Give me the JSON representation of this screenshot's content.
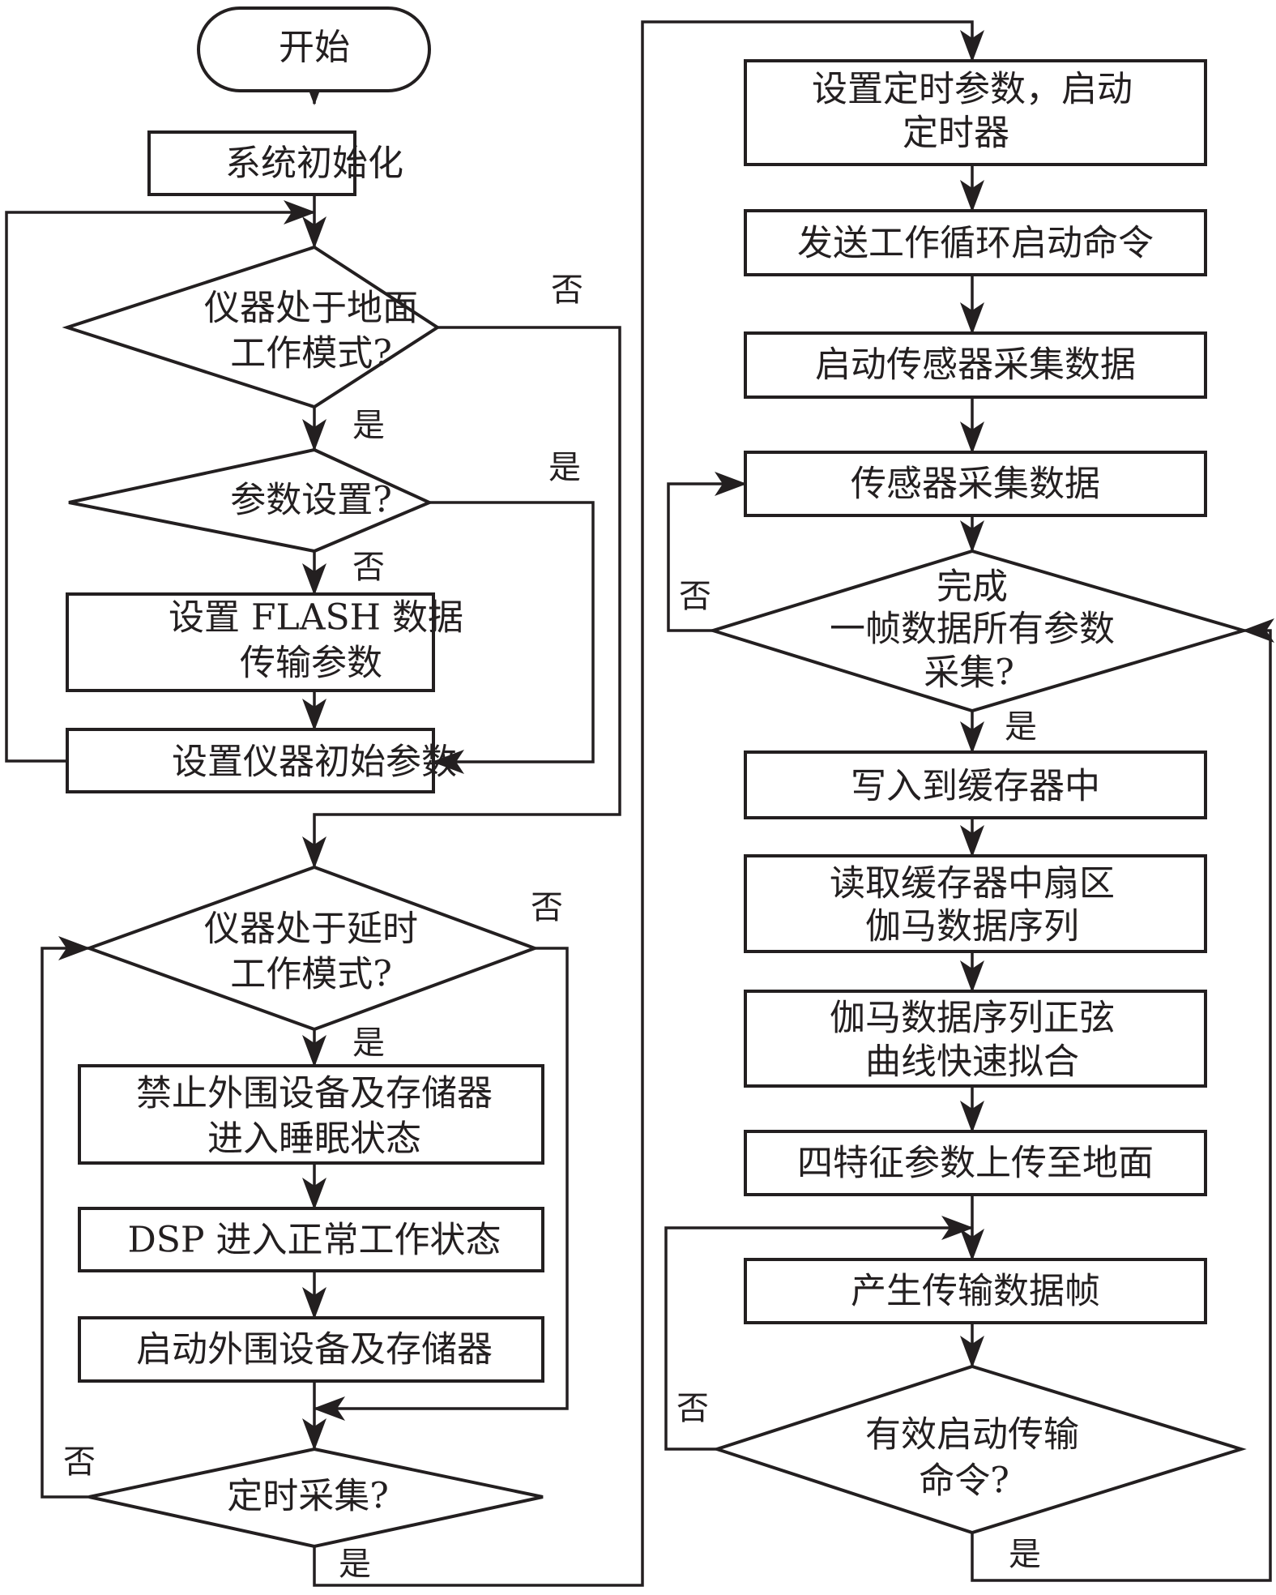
{
  "diagram": {
    "type": "flowchart",
    "colors": {
      "stroke": "#231f20",
      "background": "#ffffff"
    },
    "nodes": {
      "start": {
        "kind": "terminator",
        "lines": [
          "开始"
        ]
      },
      "sys_init": {
        "kind": "process",
        "lines": [
          "系统初始化"
        ]
      },
      "ground_mode": {
        "kind": "decision",
        "lines": [
          "仪器处于地面",
          "工作模式?"
        ]
      },
      "param_set": {
        "kind": "decision",
        "lines": [
          "参数设置?"
        ]
      },
      "flash_param": {
        "kind": "process",
        "lines": [
          "设置 FLASH 数据",
          "传输参数"
        ]
      },
      "init_param": {
        "kind": "process",
        "lines": [
          "设置仪器初始参数"
        ]
      },
      "delay_mode": {
        "kind": "decision",
        "lines": [
          "仪器处于延时",
          "工作模式?"
        ]
      },
      "sleep_periph": {
        "kind": "process",
        "lines": [
          "禁止外围设备及存储器",
          "进入睡眠状态"
        ]
      },
      "dsp_normal": {
        "kind": "process",
        "lines": [
          "DSP 进入正常工作状态"
        ]
      },
      "start_periph": {
        "kind": "process",
        "lines": [
          "启动外围设备及存储器"
        ]
      },
      "timed_acq": {
        "kind": "decision",
        "lines": [
          "定时采集?"
        ]
      },
      "set_timer": {
        "kind": "process",
        "lines": [
          "设置定时参数，启动",
          "定时器"
        ]
      },
      "send_cmd": {
        "kind": "process",
        "lines": [
          "发送工作循环启动命令"
        ]
      },
      "start_sensor": {
        "kind": "process",
        "lines": [
          "启动传感器采集数据"
        ]
      },
      "sensor_acq": {
        "kind": "process",
        "lines": [
          "传感器采集数据"
        ]
      },
      "frame_done": {
        "kind": "decision",
        "lines": [
          "完成",
          "一帧数据所有参数",
          "采集?"
        ]
      },
      "write_buf": {
        "kind": "process",
        "lines": [
          "写入到缓存器中"
        ]
      },
      "read_buf": {
        "kind": "process",
        "lines": [
          "读取缓存器中扇区",
          "伽马数据序列"
        ]
      },
      "sine_fit": {
        "kind": "process",
        "lines": [
          "伽马数据序列正弦",
          "曲线快速拟合"
        ]
      },
      "upload": {
        "kind": "process",
        "lines": [
          "四特征参数上传至地面"
        ]
      },
      "gen_frame": {
        "kind": "process",
        "lines": [
          "产生传输数据帧"
        ]
      },
      "valid_cmd": {
        "kind": "decision",
        "lines": [
          "有效启动传输",
          "命令?"
        ]
      }
    },
    "edge_labels": {
      "ground_mode_no": "否",
      "ground_mode_yes": "是",
      "param_set_yes": "是",
      "param_set_no": "否",
      "delay_mode_no": "否",
      "delay_mode_yes": "是",
      "timed_acq_no": "否",
      "timed_acq_yes": "是",
      "frame_done_no": "否",
      "frame_done_yes": "是",
      "valid_cmd_no": "否",
      "valid_cmd_yes": "是"
    }
  }
}
